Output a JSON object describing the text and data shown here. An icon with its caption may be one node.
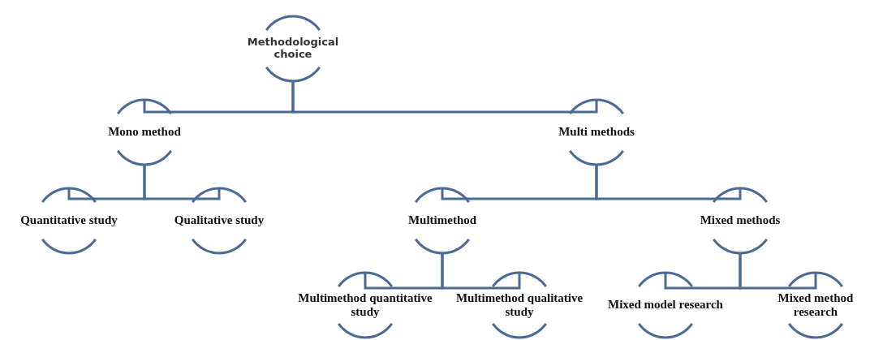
{
  "diagram": {
    "nodes": [
      {
        "text": [
          "Methodological choice"
        ]
      },
      {
        "text": [
          "Mono method"
        ]
      },
      {
        "text": [
          "Multi methods"
        ]
      },
      {
        "text": [
          "Quantitative study"
        ]
      },
      {
        "text": [
          "Qualitative study"
        ]
      },
      {
        "text": [
          "Multimethod"
        ]
      },
      {
        "text": [
          "Mixed methods"
        ]
      },
      {
        "text": [
          "Multimethod quantitative study"
        ]
      },
      {
        "text": [
          "Multimethod qualitative study"
        ]
      },
      {
        "text": [
          "Mixed model research"
        ]
      },
      {
        "text": [
          "Mixed method research"
        ]
      }
    ],
    "edges": [
      {
        "from": 0,
        "to": 1,
        "arrow": "none"
      },
      {
        "from": 0,
        "to": 2,
        "arrow": "none"
      },
      {
        "from": 1,
        "to": 3,
        "arrow": "none"
      },
      {
        "from": 1,
        "to": 4,
        "arrow": "none"
      },
      {
        "from": 2,
        "to": 5,
        "arrow": "none"
      },
      {
        "from": 2,
        "to": 6,
        "arrow": "none"
      },
      {
        "from": 5,
        "to": 7,
        "arrow": "none"
      },
      {
        "from": 5,
        "to": 8,
        "arrow": "none"
      },
      {
        "from": 6,
        "to": 9,
        "arrow": "none"
      },
      {
        "from": 6,
        "to": 10,
        "arrow": "none"
      }
    ]
  }
}
